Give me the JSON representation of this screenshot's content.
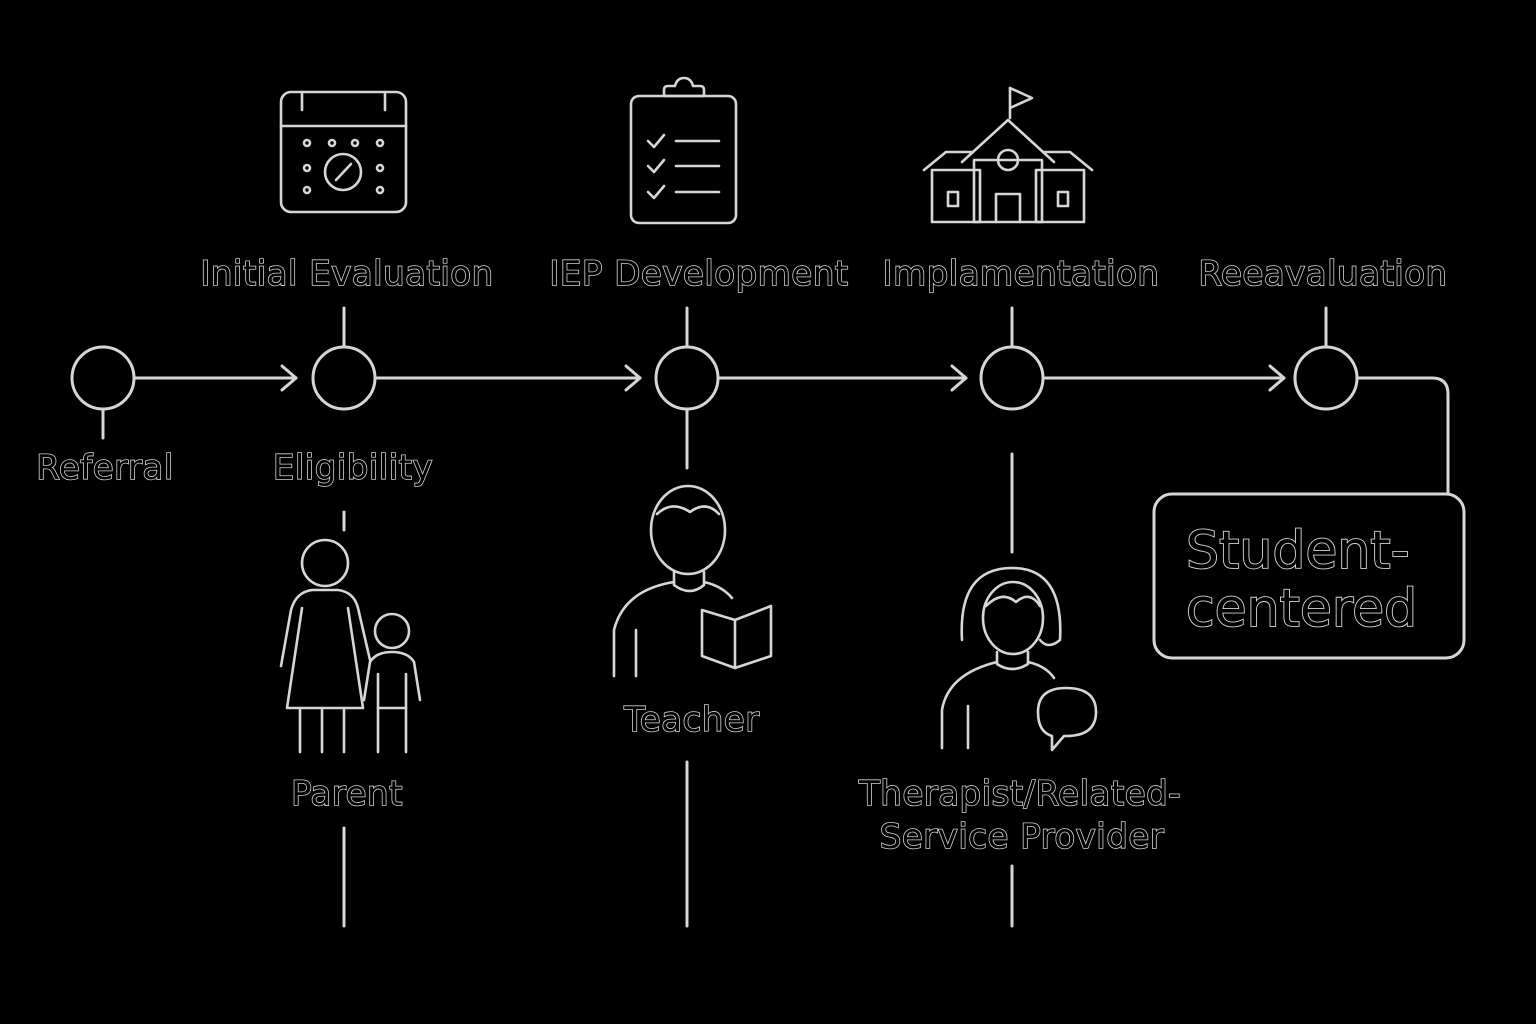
{
  "stages_top": {
    "initial_evaluation": "Initial Evaluation",
    "iep_development": "IEP Development",
    "implementation": "Implamentation",
    "reevaluation": "Reeavaluation"
  },
  "stages_bottom": {
    "referral": "Referral",
    "eligibility": "Eligibility"
  },
  "roles": {
    "parent": "Parent",
    "teacher": "Teacher",
    "therapist_line1": "Therapist/Related-",
    "therapist_line2": "Service Provider"
  },
  "center_box": {
    "line1": "Student-",
    "line2": "centered"
  },
  "icons": [
    "calendar-icon",
    "clipboard-checklist-icon",
    "school-building-icon",
    "parent-child-icon",
    "teacher-book-icon",
    "therapist-speech-icon"
  ],
  "colors": {
    "background": "#000000",
    "stroke": "#d6d6d6"
  }
}
